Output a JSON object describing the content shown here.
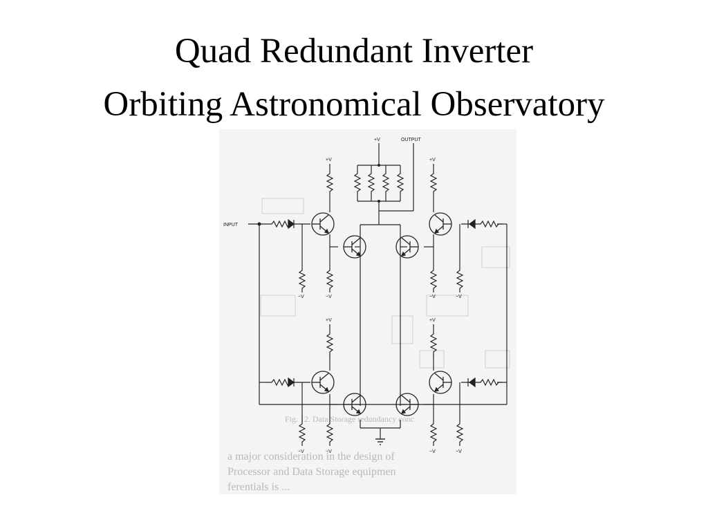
{
  "slide": {
    "title_line1": "Quad Redundant Inverter",
    "title_line2": "Orbiting Astronomical Observatory"
  },
  "schematic": {
    "labels": {
      "input": "INPUT",
      "output": "OUTPUT",
      "plus_v": "+V",
      "minus_v": "−V"
    },
    "bleed_through_text": {
      "caption": "Fig. 12. Data Storage redundancy conc",
      "line1": "a major consideration in the design of",
      "line2": "Processor and Data Storage equipmen",
      "line3": "ferentials is ..."
    }
  }
}
